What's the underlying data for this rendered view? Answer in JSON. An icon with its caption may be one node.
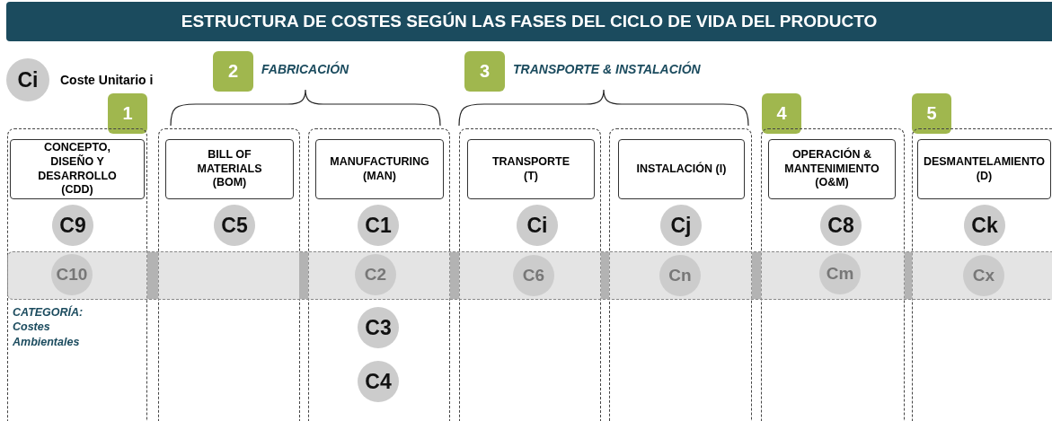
{
  "diagram": {
    "title": "ESTRUCTURA DE COSTES SEGÚN LAS FASES DEL CICLO DE VIDA DEL PRODUCTO",
    "nodes": [
      {
        "text": [
          "Ci"
        ],
        "beside": [
          "Coste Unitario i"
        ]
      },
      {
        "text": [
          "2"
        ],
        "beside": [
          "FABRICACIÓN"
        ]
      },
      {
        "text": [
          "3"
        ],
        "beside": [
          "TRANSPORTE & INSTALACIÓN"
        ]
      },
      {
        "text": [
          "1"
        ]
      },
      {
        "text": [
          "4"
        ]
      },
      {
        "text": [
          "5"
        ]
      },
      {
        "text": [],
        "shape": "box"
      },
      {
        "text": [
          "CONCEPTO, DISEÑO Y DESARROLLO (CDD)"
        ],
        "in": 6
      },
      {
        "text": [
          "C9"
        ],
        "in": 6
      },
      {
        "text": [],
        "shape": "box"
      },
      {
        "text": [
          "BILL OF MATERIALS (BOM)"
        ],
        "in": 9
      },
      {
        "text": [
          "C5"
        ],
        "in": 9
      },
      {
        "text": [],
        "shape": "box"
      },
      {
        "text": [
          "MANUFACTURING (MAN)"
        ],
        "in": 12
      },
      {
        "text": [
          "C1"
        ],
        "in": 12
      },
      {
        "text": [
          "C3"
        ],
        "in": 12
      },
      {
        "text": [
          "C4"
        ],
        "in": 12
      },
      {
        "text": [],
        "shape": "box"
      },
      {
        "text": [
          "TRANSPORTE (T)"
        ],
        "in": 17
      },
      {
        "text": [
          "Ci"
        ],
        "in": 17
      },
      {
        "text": [],
        "shape": "box"
      },
      {
        "text": [
          "INSTALACIÓN (I)"
        ],
        "in": 20
      },
      {
        "text": [
          "Cj"
        ],
        "in": 20
      },
      {
        "text": [],
        "shape": "box"
      },
      {
        "text": [
          "OPERACIÓN & MANTENIMIENTO (O&M)"
        ],
        "in": 23
      },
      {
        "text": [
          "C8"
        ],
        "in": 23
      },
      {
        "text": [],
        "shape": "box"
      },
      {
        "text": [
          "DESMANTELAMIENTO (D)"
        ],
        "in": 26
      },
      {
        "text": [
          "Ck"
        ],
        "in": 26
      },
      {
        "text": [],
        "shape": "box"
      },
      {
        "text": [
          "C10"
        ]
      },
      {
        "text": [
          "C2"
        ]
      },
      {
        "text": [
          "C6"
        ]
      },
      {
        "text": [
          "Cn"
        ]
      },
      {
        "text": [
          "Cm"
        ]
      },
      {
        "text": [
          "Cx"
        ]
      }
    ],
    "labels": [
      "CATEGORÍA: Costes Ambientales"
    ]
  }
}
